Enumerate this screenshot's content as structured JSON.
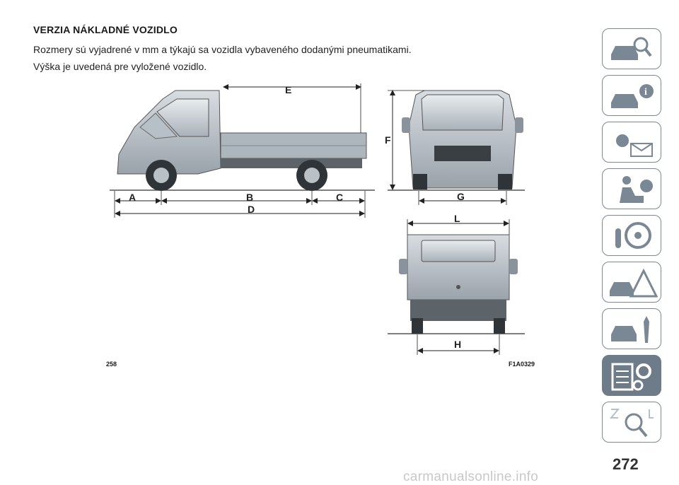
{
  "section": {
    "title": "VERZIA NÁKLADNÉ VOZIDLO",
    "paragraphs": [
      "Rozmery sú vyjadrené v mm a týkajú sa vozidla vybaveného dodanými pneumatikami.",
      "Výška je uvedená pre vyložené vozidlo."
    ]
  },
  "figure": {
    "dimension_labels": {
      "A": "A",
      "B": "B",
      "C": "C",
      "D": "D",
      "E": "E",
      "F": "F",
      "G": "G",
      "L": "L",
      "H": "H"
    },
    "page_number": "258",
    "code": "F1A0329"
  },
  "side_tabs": [
    {
      "icon": "car-search-icon"
    },
    {
      "icon": "car-info-icon"
    },
    {
      "icon": "warning-lights-message-icon"
    },
    {
      "icon": "seat-airbag-icon"
    },
    {
      "icon": "steering-wheel-icon"
    },
    {
      "icon": "car-breakdown-warning-icon"
    },
    {
      "icon": "car-maintenance-icon"
    },
    {
      "icon": "technical-data-icon",
      "active": true
    },
    {
      "icon": "alphabetical-index-icon"
    }
  ],
  "page_number": "272",
  "watermark": "carmanualsonline.info"
}
